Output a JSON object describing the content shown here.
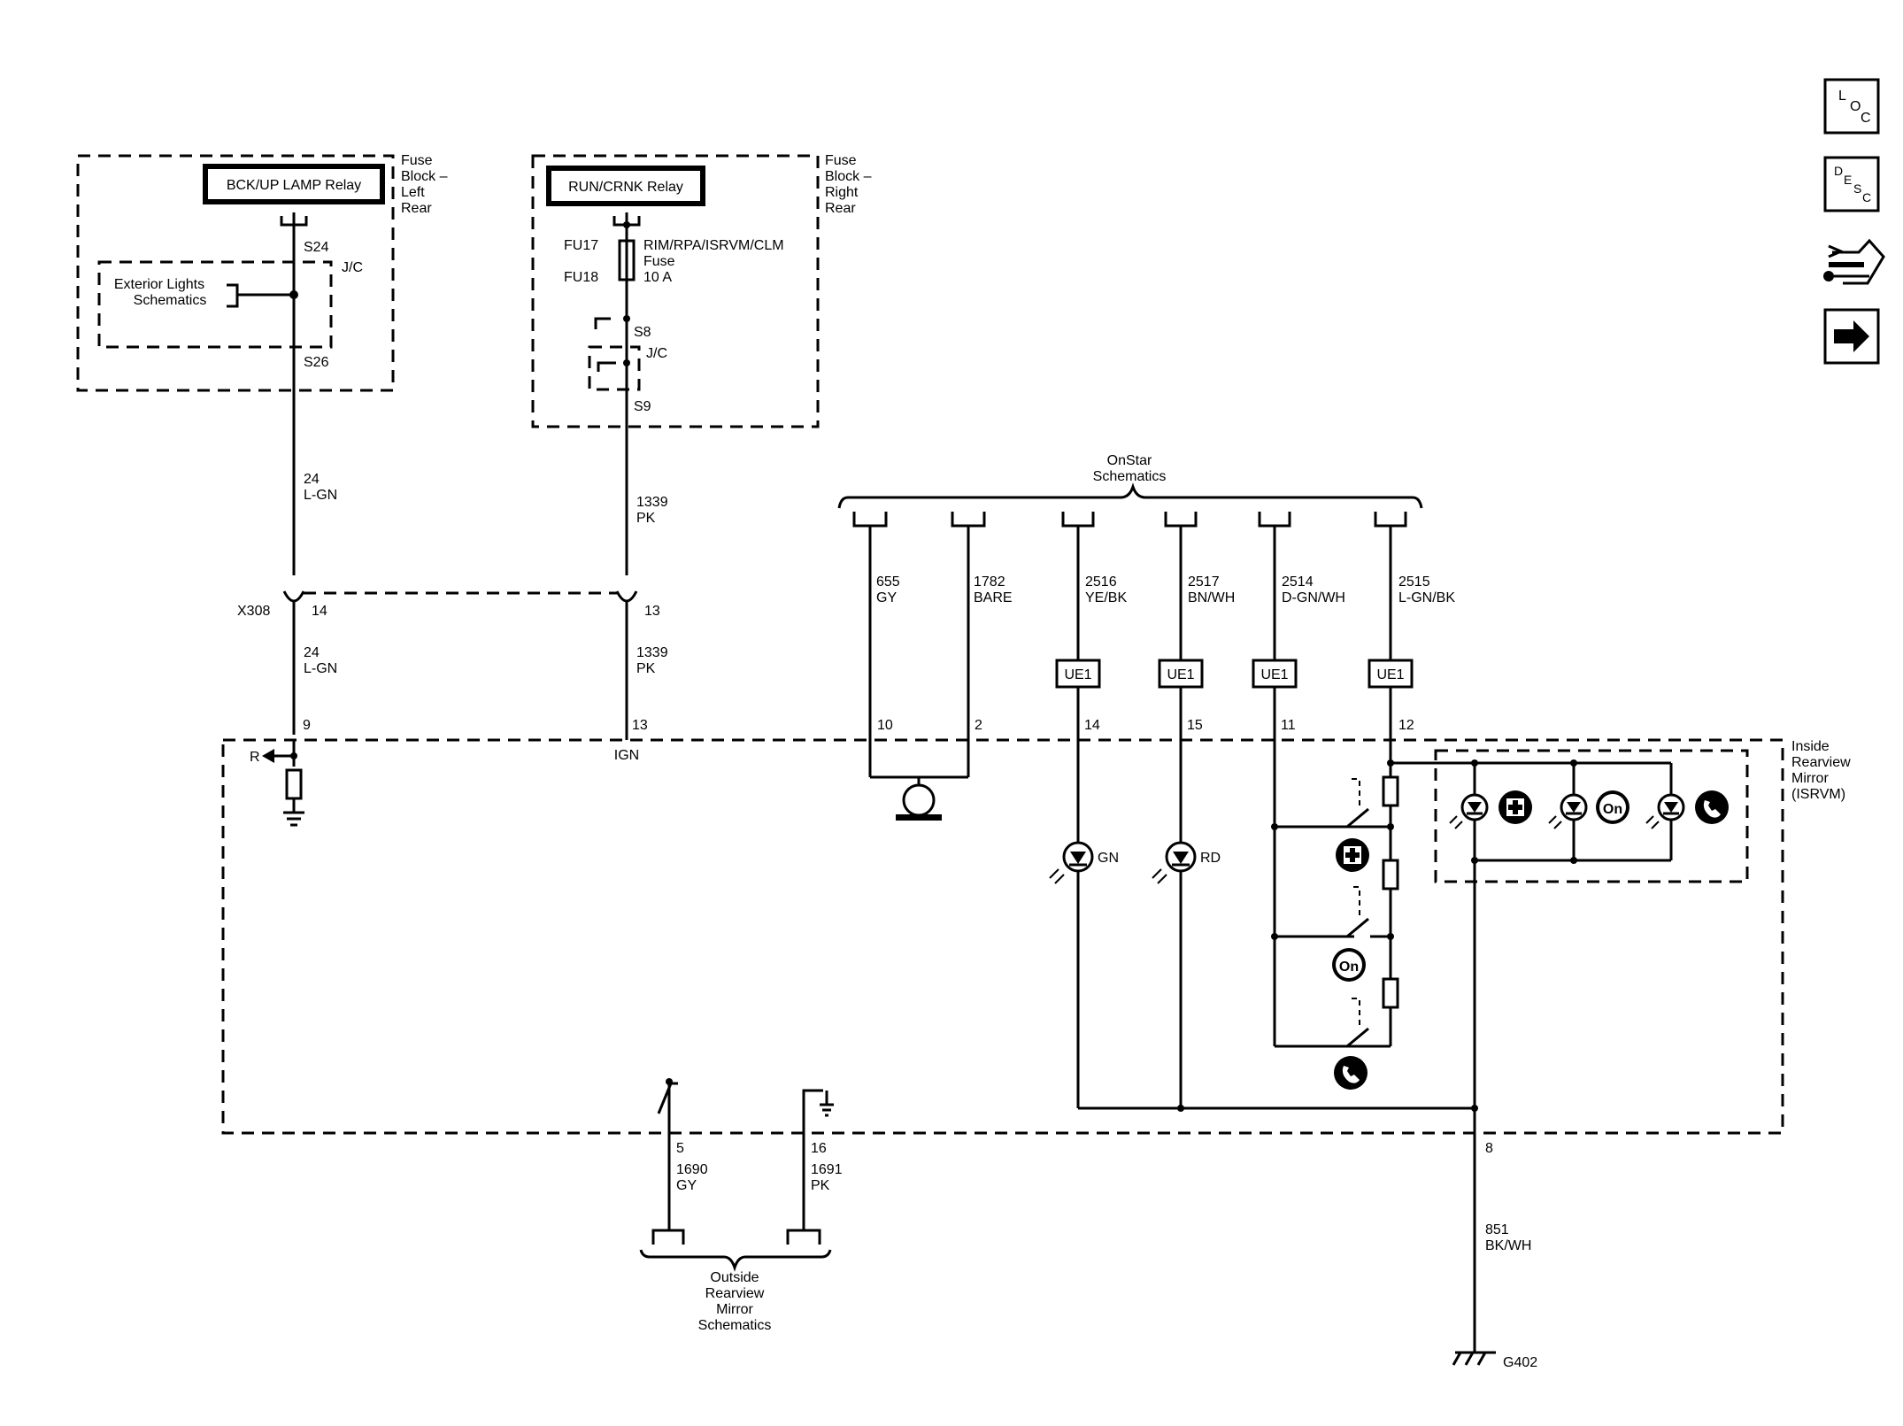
{
  "nav": {
    "loc": {
      "a": "L",
      "b": "O",
      "c": "C"
    },
    "desc": {
      "a": "D",
      "b": "E",
      "c": "S",
      "d": "C"
    },
    "connector_icon": "connector-wrench-icon",
    "next_icon": "arrow-right-icon"
  },
  "fuse_left": {
    "relay": "BCK/UP LAMP Relay",
    "title": [
      "Fuse",
      "Block –",
      "Left",
      "Rear"
    ],
    "s24": "S24",
    "jc": "J/C",
    "ext": [
      "Exterior Lights",
      "Schematics"
    ],
    "s26": "S26"
  },
  "fuse_right": {
    "relay": "RUN/CRNK Relay",
    "title": [
      "Fuse",
      "Block –",
      "Right",
      "Rear"
    ],
    "fu17": "FU17",
    "fu18": "FU18",
    "fuse": [
      "RIM/RPA/ISRVM/CLM",
      "Fuse",
      "10 A"
    ],
    "s8": "S8",
    "jc": "J/C",
    "s9": "S9"
  },
  "wires": {
    "w24": [
      "24",
      "L-GN"
    ],
    "w1339": [
      "1339",
      "PK"
    ],
    "x308": "X308",
    "x308_pins": [
      "14",
      "13"
    ],
    "w24b": [
      "24",
      "L-GN"
    ],
    "w1339b": [
      "1339",
      "PK"
    ]
  },
  "onstar": {
    "title": [
      "OnStar",
      "Schematics"
    ],
    "circuits": [
      {
        "num": "655",
        "color": "GY",
        "pin": "10"
      },
      {
        "num": "1782",
        "color": "BARE",
        "pin": "2"
      },
      {
        "num": "2516",
        "color": "YE/BK",
        "pin": "14"
      },
      {
        "num": "2517",
        "color": "BN/WH",
        "pin": "15"
      },
      {
        "num": "2514",
        "color": "D-GN/WH",
        "pin": "11"
      },
      {
        "num": "2515",
        "color": "L-GN/BK",
        "pin": "12"
      }
    ],
    "ue": "UE1"
  },
  "isrvm": {
    "title": [
      "Inside",
      "Rearview",
      "Mirror",
      "(ISRVM)"
    ],
    "pin9": "9",
    "pin13": "13",
    "r": "R",
    "ign": "IGN",
    "gn": "GN",
    "rd": "RD",
    "on_label": "On"
  },
  "outside": {
    "pin5": "5",
    "w1690": [
      "1690",
      "GY"
    ],
    "pin16": "16",
    "w1691": [
      "1691",
      "PK"
    ],
    "title": [
      "Outside",
      "Rearview",
      "Mirror",
      "Schematics"
    ]
  },
  "ground": {
    "pin8": "8",
    "w851": [
      "851",
      "BK/WH"
    ],
    "g402": "G402"
  }
}
